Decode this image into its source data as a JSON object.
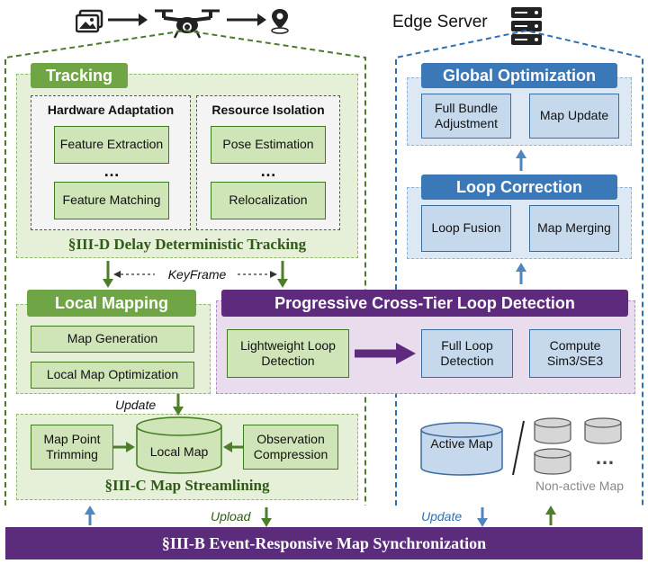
{
  "top_flow": {
    "icons": [
      "image-icon",
      "drone-icon",
      "location-pin-icon"
    ]
  },
  "edge_server": {
    "label": "Edge Server",
    "icon": "server-icon"
  },
  "tracking": {
    "header": "Tracking",
    "hardware": {
      "title": "Hardware Adaptation",
      "box1": "Feature Extraction",
      "dots": "…",
      "box2": "Feature Matching"
    },
    "resource": {
      "title": "Resource Isolation",
      "box1": "Pose Estimation",
      "dots": "…",
      "box2": "Relocalization"
    },
    "caption": "§III-D Delay Deterministic Tracking"
  },
  "keyframe_label": "KeyFrame",
  "local_mapping": {
    "header": "Local Mapping",
    "box1": "Map Generation",
    "box2": "Local Map Optimization"
  },
  "update_label_left": "Update",
  "streamlining": {
    "box_trim": "Map Point Trimming",
    "local_map": "Local Map",
    "box_obs": "Observation Compression",
    "caption": "§III-C Map Streamlining"
  },
  "loop_detection": {
    "header": "Progressive Cross-Tier Loop Detection",
    "box_light": "Lightweight Loop Detection",
    "box_full": "Full Loop Detection",
    "box_sim": "Compute Sim3/SE3"
  },
  "global_opt": {
    "header": "Global Optimization",
    "box1": "Full Bundle Adjustment",
    "box2": "Map Update"
  },
  "loop_correction": {
    "header": "Loop Correction",
    "box1": "Loop Fusion",
    "box2": "Map Merging"
  },
  "maps": {
    "active": "Active Map",
    "dots": "…",
    "nonactive": "Non-active Map"
  },
  "upload_label": "Upload",
  "update_label_right": "Update",
  "sync_bar": "§III-B Event-Responsive Map Synchronization",
  "colors": {
    "green": "#6fa544",
    "blue": "#3b78b7",
    "purple": "#5e2a7e"
  }
}
